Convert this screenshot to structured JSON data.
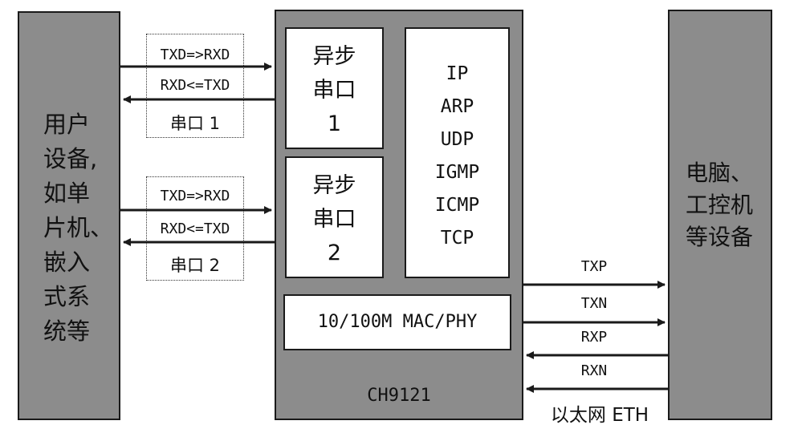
{
  "left_device": {
    "label": "用户\n设备,\n如单\n片机、\n嵌入\n式系\n统等"
  },
  "right_device": {
    "label": "电脑、\n工控机\n等设备"
  },
  "chip": {
    "name": "CH9121",
    "uart1": "异步\n串口\n1",
    "uart2": "异步\n串口\n2",
    "protocols": "IP\nARP\nUDP\nIGMP\nICMP\nTCP",
    "mac_phy": "10/100M MAC/PHY"
  },
  "serial1": {
    "tx": "TXD=>RXD",
    "rx": "RXD<=TXD",
    "name": "串口 1"
  },
  "serial2": {
    "tx": "TXD=>RXD",
    "rx": "RXD<=TXD",
    "name": "串口 2"
  },
  "ethernet": {
    "signals": [
      "TXP",
      "TXN",
      "RXP",
      "RXN"
    ],
    "name": "以太网 ETH"
  },
  "colors": {
    "device_fill": "#8c8c8c",
    "line": "#1a1a1a"
  }
}
